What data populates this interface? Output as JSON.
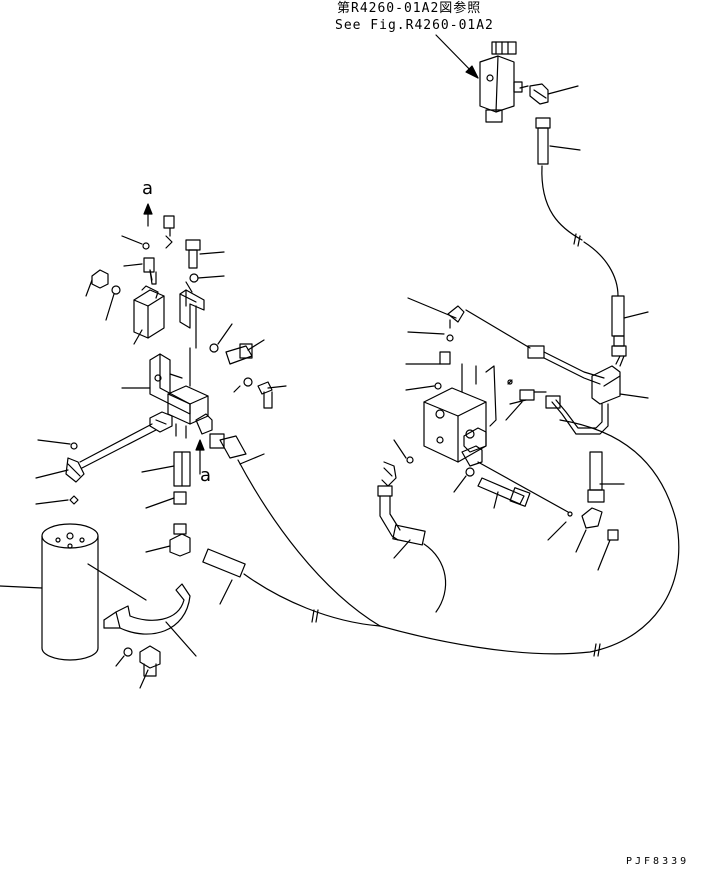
{
  "reference": {
    "japanese": "第R4260-01A2図参照",
    "english": "See Fig.R4260-01A2"
  },
  "view_markers": {
    "top": "a",
    "middle": "a"
  },
  "drawing_code": "PJF8339",
  "colors": {
    "line": "#000000",
    "background": "#ffffff"
  }
}
